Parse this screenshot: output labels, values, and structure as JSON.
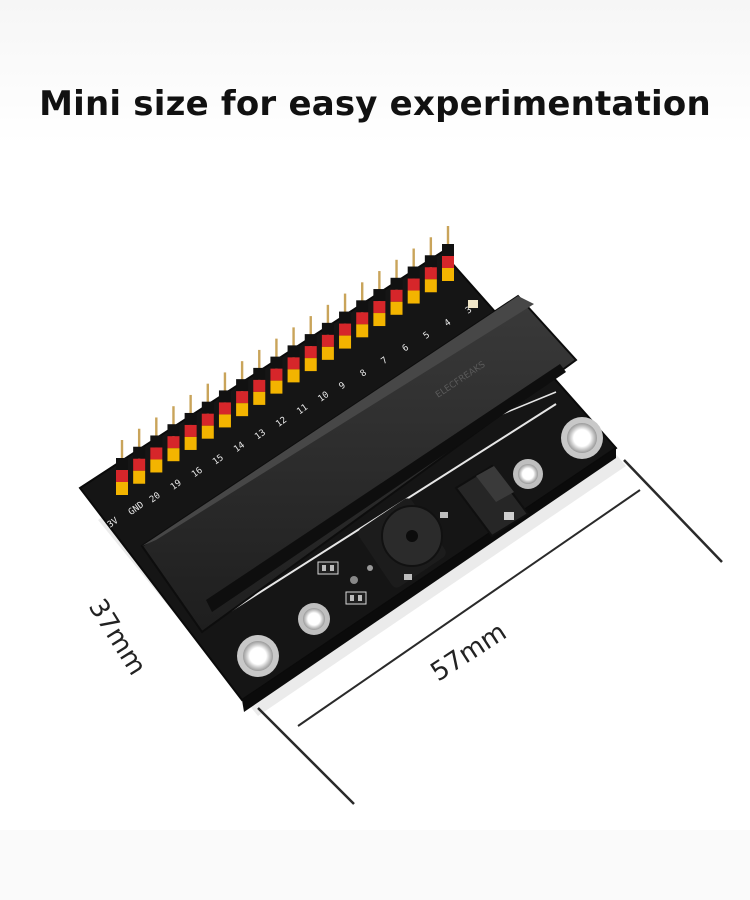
{
  "headline": "Mini size for easy experimentation",
  "dimensions": {
    "length": "57mm",
    "width": "37mm"
  },
  "board": {
    "pin_labels": [
      "3V",
      "GND",
      "20",
      "19",
      "16",
      "15",
      "14",
      "13",
      "12",
      "11",
      "10",
      "9",
      "8",
      "7",
      "6",
      "5",
      "4",
      "3"
    ],
    "brand_mark": "ELECFREAKS"
  },
  "colors": {
    "board": "#151515",
    "connector": "#2a2a2a",
    "header_black": "#111111",
    "header_red": "#d6262a",
    "header_yellow": "#f3b400",
    "pins": "#c9a45a"
  }
}
